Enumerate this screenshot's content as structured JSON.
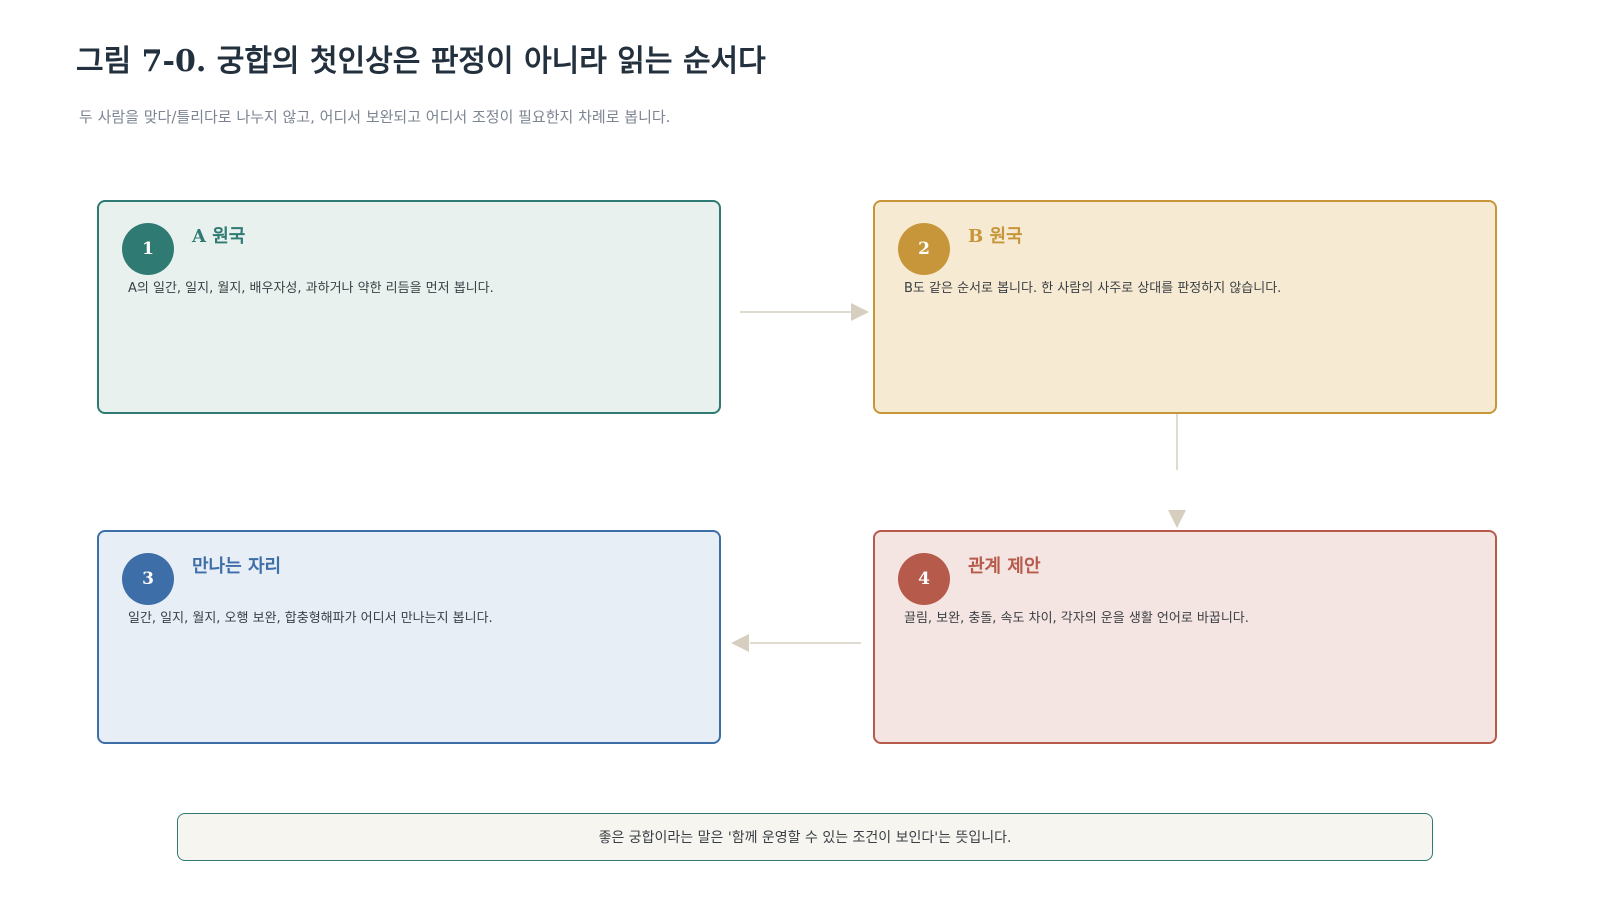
{
  "title": "그림 7-0. 궁합의 첫인상은 판정이 아니라 읽는 순서다",
  "subtitle": "두 사람을 맞다/틀리다로 나누지 않고, 어디서 보완되고 어디서 조정이 필요한지 차례로 봅니다.",
  "cards": [
    {
      "number": "1",
      "title": "A 원국",
      "description": "A의 일간, 일지, 월지, 배우자성, 과하거나 약한 리듬을 먼저 봅니다.",
      "color": "#2f7a72"
    },
    {
      "number": "2",
      "title": "B 원국",
      "description": "B도 같은 순서로 봅니다. 한 사람의 사주로 상대를 판정하지 않습니다.",
      "color": "#c8963a"
    },
    {
      "number": "3",
      "title": "만나는 자리",
      "description": "일간, 일지, 월지, 오행 보완, 합충형해파가 어디서 만나는지 봅니다.",
      "color": "#3e6ea8"
    },
    {
      "number": "4",
      "title": "관계 제안",
      "description": "끌림, 보완, 충돌, 속도 차이, 각자의 운을 생활 언어로 바꿉니다.",
      "color": "#b65a4b"
    }
  ],
  "flow": [
    {
      "from": "1",
      "to": "2"
    },
    {
      "from": "2",
      "to": "4"
    },
    {
      "from": "4",
      "to": "3"
    }
  ],
  "arrow_color": "#d6cfc0",
  "note": "좋은 궁합이라는 말은 '함께 운영할 수 있는 조건이 보인다'는 뜻입니다."
}
